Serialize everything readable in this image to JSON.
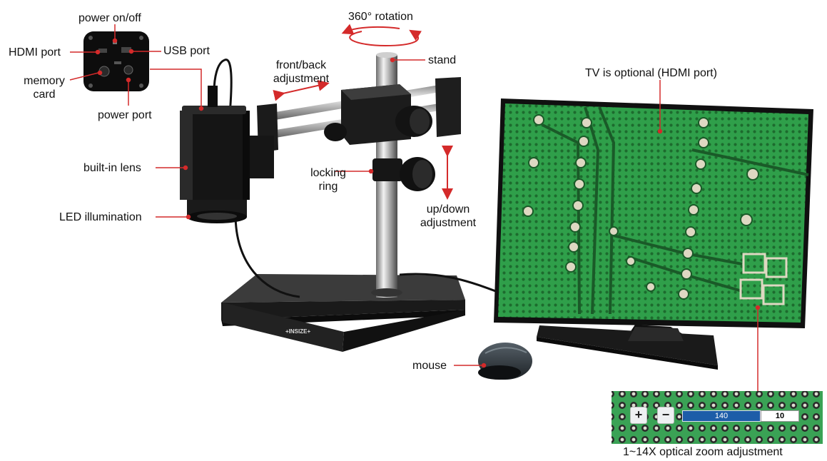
{
  "labels": {
    "power_on_off": "power on/off",
    "hdmi_port": "HDMI port",
    "usb_port": "USB port",
    "memory_card": "memory card",
    "power_port": "power port",
    "built_in_lens": "built-in lens",
    "led_illumination": "LED illumination",
    "rotation": "360° rotation",
    "front_back": "front/back adjustment",
    "stand": "stand",
    "locking_ring": "locking ring",
    "up_down": "up/down adjustment",
    "tv_optional": "TV is optional (HDMI port)",
    "mouse": "mouse",
    "zoom_caption": "1~14X optical zoom adjustment"
  },
  "brand": "INSIZE",
  "zoom_ui": {
    "plus": "+",
    "minus": "−",
    "bar_value": "140",
    "box_value": "10"
  },
  "colors": {
    "arrow_red": "#d42a2a",
    "pcb_green": "#2e9b45",
    "metal_dark": "#1b1b1b",
    "zoom_blue": "#1d5da8"
  }
}
